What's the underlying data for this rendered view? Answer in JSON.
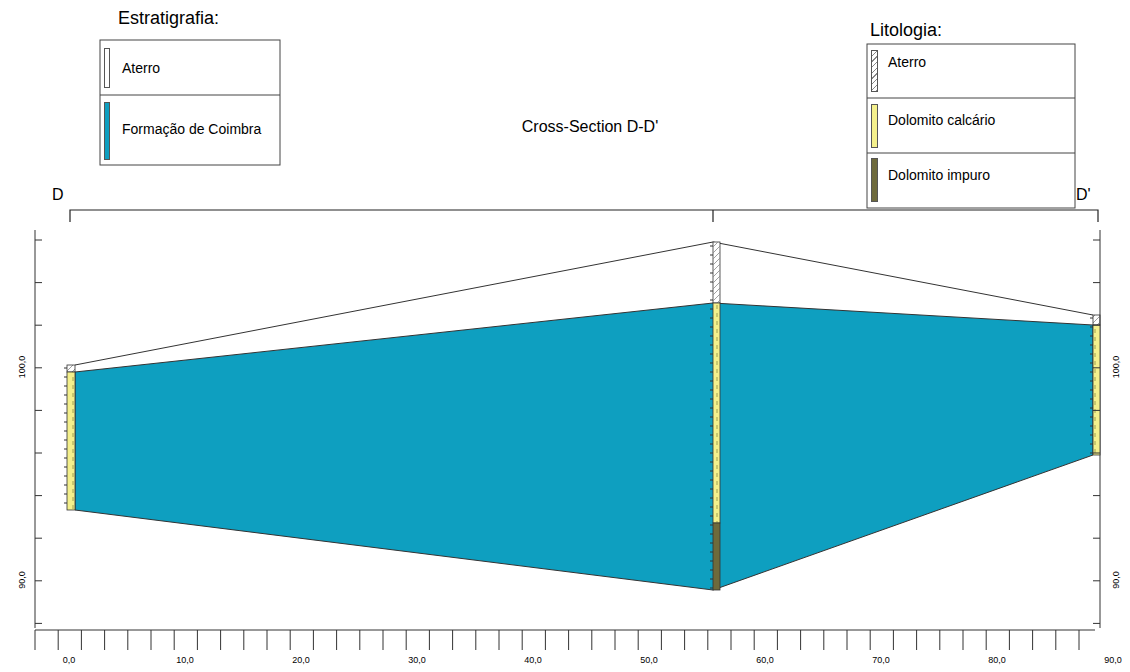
{
  "diagram": {
    "title": "Cross-Section D-D'",
    "labels": [
      "Estratigrafia:",
      "Litologia:",
      "D",
      "D'",
      "100,0",
      "100,0",
      "90,0",
      "90,0",
      "0,0",
      "10,0",
      "20,0",
      "30,0",
      "40,0",
      "50,0",
      "60,0",
      "70,0",
      "80,0",
      "90,0"
    ],
    "legend": [
      {
        "text": "Aterro",
        "color": "#ffffff"
      },
      {
        "text": "Formação de Coimbra",
        "color": "#0e9fc0"
      },
      {
        "text": "Aterro"
      },
      {
        "text": "Dolomito calcário",
        "color": "#f4f08c"
      },
      {
        "text": "Dolomito impuro",
        "color": "#6e6a3c"
      }
    ]
  }
}
